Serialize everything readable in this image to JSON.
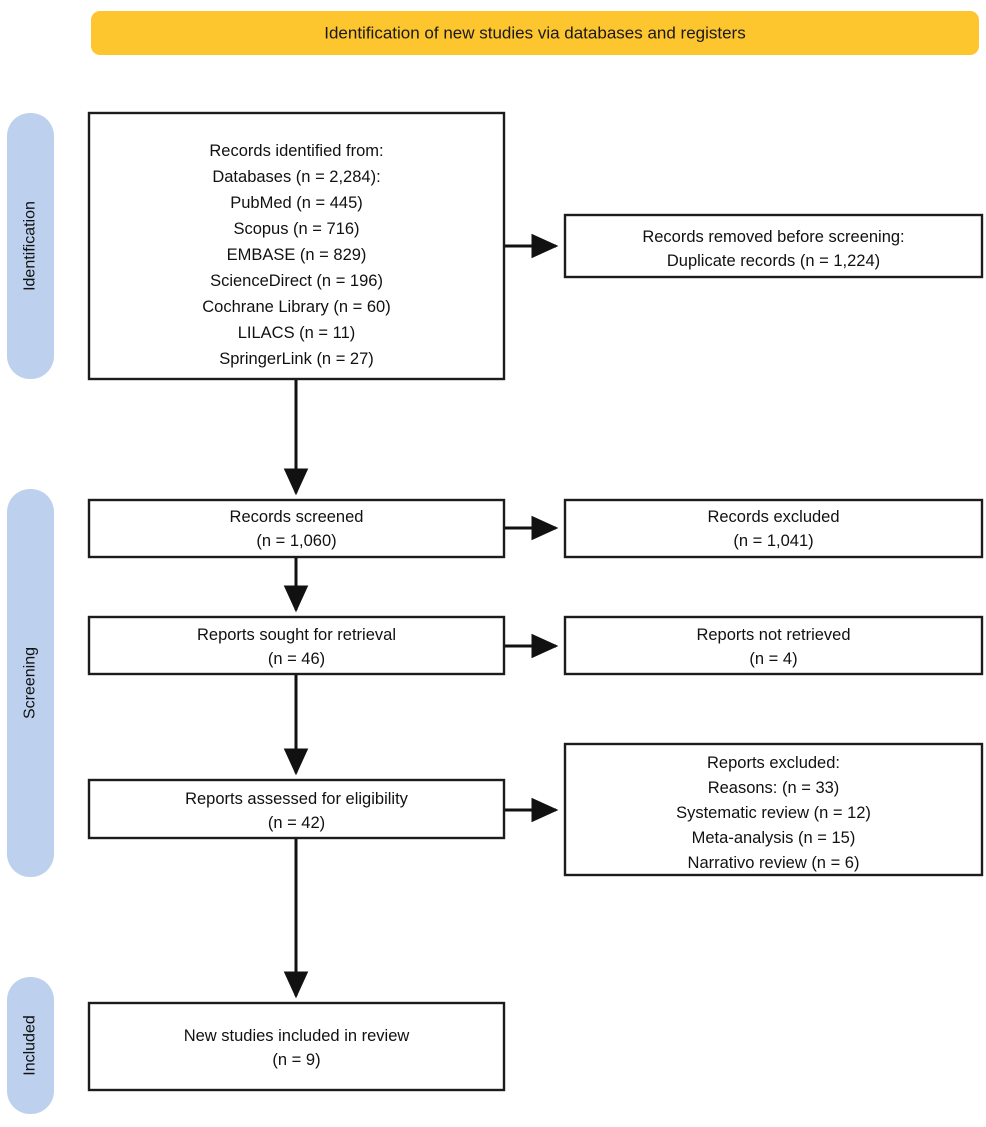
{
  "diagram": {
    "title": "Identification of new studies via databases and registers",
    "type": "prisma-flow-diagram",
    "colors": {
      "banner": "#fdc52e",
      "stage_rail": "#bdd0ed",
      "box_border": "#1c1c1c",
      "box_fill": "#ffffff",
      "text": "#111111",
      "connector": "#111111"
    }
  },
  "stages": [
    {
      "id": "identification",
      "label": "Identification"
    },
    {
      "id": "screening",
      "label": "Screening"
    },
    {
      "id": "included",
      "label": "Included"
    }
  ],
  "nodes": {
    "records_identified": {
      "id": "records-identified-box",
      "stage": "identification",
      "column": "left",
      "lines": [
        "Records identified from:",
        "Databases (n = 2,284):",
        "PubMed (n =  445)",
        "Scopus (n =  716)",
        "EMBASE (n =  829)",
        "ScienceDirect (n =  196)",
        "Cochrane Library (n =  60)",
        "LILACS (n =  11)",
        "SpringerLink (n =  27)"
      ]
    },
    "records_removed": {
      "id": "records-removed-box",
      "stage": "identification",
      "column": "right",
      "lines": [
        "Records removed before screening:",
        "Duplicate records (n = 1,224)"
      ]
    },
    "records_screened": {
      "id": "records-screened-box",
      "stage": "screening",
      "column": "left",
      "lines": [
        "Records screened",
        "(n = 1,060)"
      ]
    },
    "records_excluded": {
      "id": "records-excluded-box",
      "stage": "screening",
      "column": "right",
      "lines": [
        "Records excluded",
        "(n = 1,041)"
      ]
    },
    "reports_sought": {
      "id": "reports-sought-box",
      "stage": "screening",
      "column": "left",
      "lines": [
        "Reports sought for retrieval",
        "(n = 46)"
      ]
    },
    "reports_not_retrieved": {
      "id": "reports-not-retrieved-box",
      "stage": "screening",
      "column": "right",
      "lines": [
        "Reports not retrieved",
        "(n = 4)"
      ]
    },
    "reports_assessed": {
      "id": "reports-assessed-box",
      "stage": "screening",
      "column": "left",
      "lines": [
        "Reports assessed for eligibility",
        "(n = 42)"
      ]
    },
    "reports_excluded": {
      "id": "reports-excluded-box",
      "stage": "screening",
      "column": "right",
      "lines": [
        "Reports excluded:",
        "Reasons: (n =  33)",
        "Systematic review (n =  12)",
        "Meta-analysis (n =  15)",
        "Narrativo review (n =  6)"
      ]
    },
    "new_studies_included": {
      "id": "new-studies-included-box",
      "stage": "included",
      "column": "left",
      "lines": [
        "New studies included in review",
        "(n = 9)"
      ]
    }
  },
  "counts": {
    "databases_total": "2,284",
    "pubmed": "445",
    "scopus": "716",
    "embase": "829",
    "sciencedirect": "196",
    "cochrane_library": "60",
    "lilacs": "11",
    "springerlink": "27",
    "duplicates_removed": "1,224",
    "records_screened": "1,060",
    "records_excluded": "1,041",
    "reports_sought": "46",
    "reports_not_retrieved": "4",
    "reports_assessed": "42",
    "reports_excluded_reasons": "33",
    "excluded_systematic_review": "12",
    "excluded_meta_analysis": "15",
    "excluded_narrative_review": "6",
    "new_studies_included": "9"
  }
}
